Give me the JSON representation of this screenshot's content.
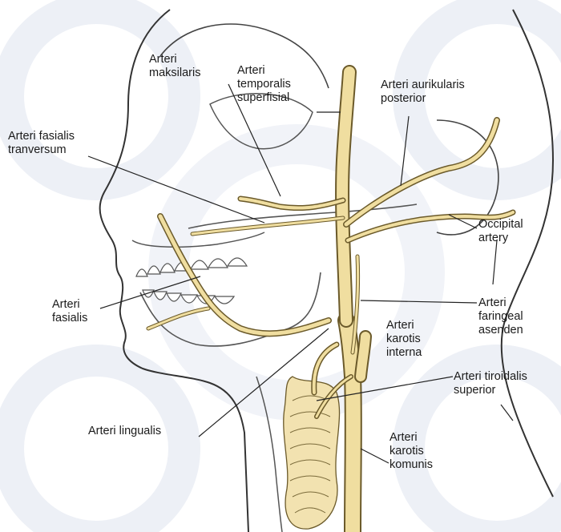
{
  "labels": {
    "maksilaris": "Arteri\nmaksilaris",
    "temporalis": "Arteri\ntemporalis\nsuperfisial",
    "aurikularis": "Arteri aurikularis\nposterior",
    "fasialis_tranversum": "Arteri fasialis\ntranversum",
    "occipital": "Occipital\nartery",
    "fasialis": "Arteri\nfasialis",
    "faringeal": "Arteri\nfaringeal\nasenden",
    "karotis_interna": "Arteri\nkarotis\ninterna",
    "tiroidalis": "Arteri tiroidalis\nsuperior",
    "lingualis": "Arteri lingualis",
    "karotis_komunis": "Arteri\nkarotis\nkomunis"
  },
  "colors": {
    "artery_fill": "#f0dea0",
    "artery_stroke": "#6b5a2a",
    "outline": "#333333",
    "leader": "#222222",
    "watermark": "#e9edf5"
  }
}
